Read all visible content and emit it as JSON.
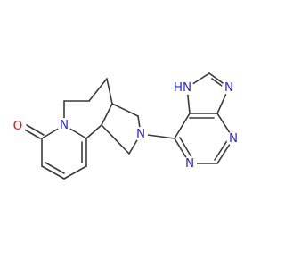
{
  "colors": {
    "bond": "#3a3a3a",
    "nitrogen": "#2a2ad8",
    "oxygen": "#e01010",
    "background": "#ffffff"
  },
  "atoms": {
    "o1": "O",
    "n_pyridone": "N",
    "n_bridge_amine": "N",
    "n_purine_1": "N",
    "n_purine_3": "N",
    "n_purine_7": "N",
    "n_purine_9h": "N",
    "h_purine_9": "H"
  }
}
